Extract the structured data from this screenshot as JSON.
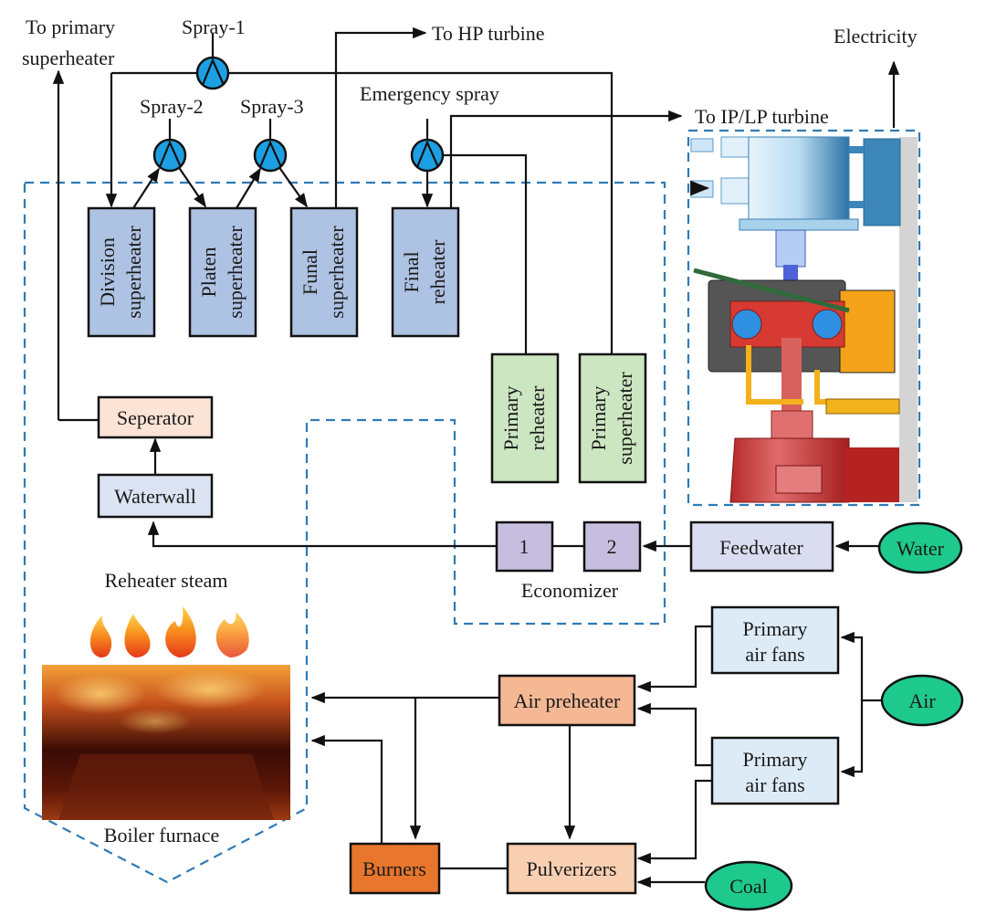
{
  "diagram": {
    "type": "boiler-turbine process flow",
    "labels": {
      "to_primary_superheater": [
        "To primary",
        "superheater"
      ],
      "to_hp_turbine": "To HP turbine",
      "to_ip_lp_turbine": "To IP/LP turbine",
      "electricity": "Electricity",
      "reheater_steam": "Reheater steam",
      "boiler_furnace": "Boiler furnace",
      "economizer": "Economizer"
    },
    "sprays": {
      "spray1": "Spray-1",
      "spray2": "Spray-2",
      "spray3": "Spray-3",
      "emergency": "Emergency spray"
    },
    "heaters": {
      "division_superheater": [
        "Division",
        "superheater"
      ],
      "platen_superheater": [
        "Platen",
        "superheater"
      ],
      "funal_superheater": [
        "Funal",
        "superheater"
      ],
      "final_reheater": [
        "Final",
        "reheater"
      ],
      "primary_reheater": [
        "Primary",
        "reheater"
      ],
      "primary_superheater": [
        "Primary",
        "superheater"
      ]
    },
    "nodes": {
      "separator": "Seperator",
      "waterwall": "Waterwall",
      "economizer_1": "1",
      "economizer_2": "2",
      "feedwater": "Feedwater",
      "water": "Water",
      "primary_air_fans_1": [
        "Primary",
        "air fans"
      ],
      "primary_air_fans_2": [
        "Primary",
        "air fans"
      ],
      "air": "Air",
      "air_preheater": "Air preheater",
      "burners": "Burners",
      "pulverizers": "Pulverizers",
      "coal": "Coal"
    },
    "colors": {
      "heater_blue": "#aec3e3",
      "heater_green": "#cde6c2",
      "separator_fill": "#fbe3d6",
      "waterwall_fill": "#dce4f3",
      "economizer_fill": "#c7bedf",
      "feedwater_fill": "#dadcf0",
      "fan_fill": "#ddebf7",
      "air_preheater_fill": "#f5b894",
      "burners_fill": "#e8762d",
      "pulverizers_fill": "#f9cfb1",
      "source_fill": "#1ec98e",
      "pump_fill": "#1da0e3",
      "boundary_dash": "#2f7bb5"
    }
  }
}
